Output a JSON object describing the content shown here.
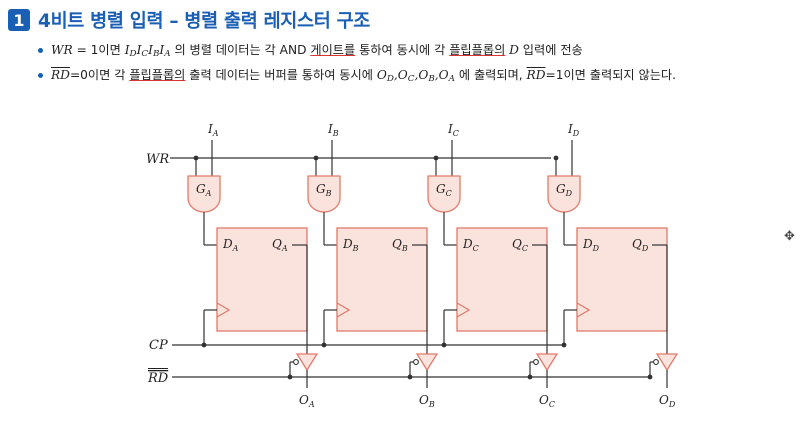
{
  "header": {
    "number": "1",
    "title": "4비트 병렬 입력 – 병렬 출력 레지스터 구조"
  },
  "bullets": {
    "b1": {
      "wr": "WR",
      "eq": " = 1이면 ",
      "i_d": "I",
      "i_d_sub": "D",
      "i_c": "I",
      "i_c_sub": "C",
      "i_b": "I",
      "i_b_sub": "B",
      "i_a": "I",
      "i_a_sub": "A",
      "t1": " 의 병렬 데이터는 각 AND ",
      "gate": "게이트를",
      "t2": " 통하여 동시에 각 ",
      "ff": "플립플롭의",
      "t3": " ",
      "d": "D",
      "t4": " 입력에 전송"
    },
    "b2": {
      "rd": "RD",
      "eq": "=0이면 각 ",
      "ff": "플립플롭의",
      "t1": " 출력 데이터는 버퍼를 통하여 동시에 ",
      "od": "O",
      "od_sub": "D",
      "oc": "O",
      "oc_sub": "C",
      "ob": "O",
      "ob_sub": "B",
      "oa": "O",
      "oa_sub": "A",
      "t2": " 에 출력되며, ",
      "rd2": "RD",
      "t3": "=1이면 출력되지 않는다."
    }
  },
  "diagram": {
    "signals": {
      "wr": "WR",
      "cp": "CP",
      "rd": "RD"
    },
    "colors": {
      "fill": "#fbe3dd",
      "stroke": "#e07b6a",
      "wire": "#333333"
    },
    "stages": [
      {
        "input": "I",
        "input_sub": "A",
        "gate": "G",
        "gate_sub": "A",
        "d": "D",
        "d_sub": "A",
        "q": "Q",
        "q_sub": "A",
        "out": "O",
        "out_sub": "A"
      },
      {
        "input": "I",
        "input_sub": "B",
        "gate": "G",
        "gate_sub": "B",
        "d": "D",
        "d_sub": "B",
        "q": "Q",
        "q_sub": "B",
        "out": "O",
        "out_sub": "B"
      },
      {
        "input": "I",
        "input_sub": "C",
        "gate": "G",
        "gate_sub": "C",
        "d": "D",
        "d_sub": "C",
        "q": "Q",
        "q_sub": "C",
        "out": "O",
        "out_sub": "C"
      },
      {
        "input": "I",
        "input_sub": "D",
        "gate": "G",
        "gate_sub": "D",
        "d": "D",
        "d_sub": "D",
        "q": "Q",
        "q_sub": "D",
        "out": "O",
        "out_sub": "D"
      }
    ]
  }
}
